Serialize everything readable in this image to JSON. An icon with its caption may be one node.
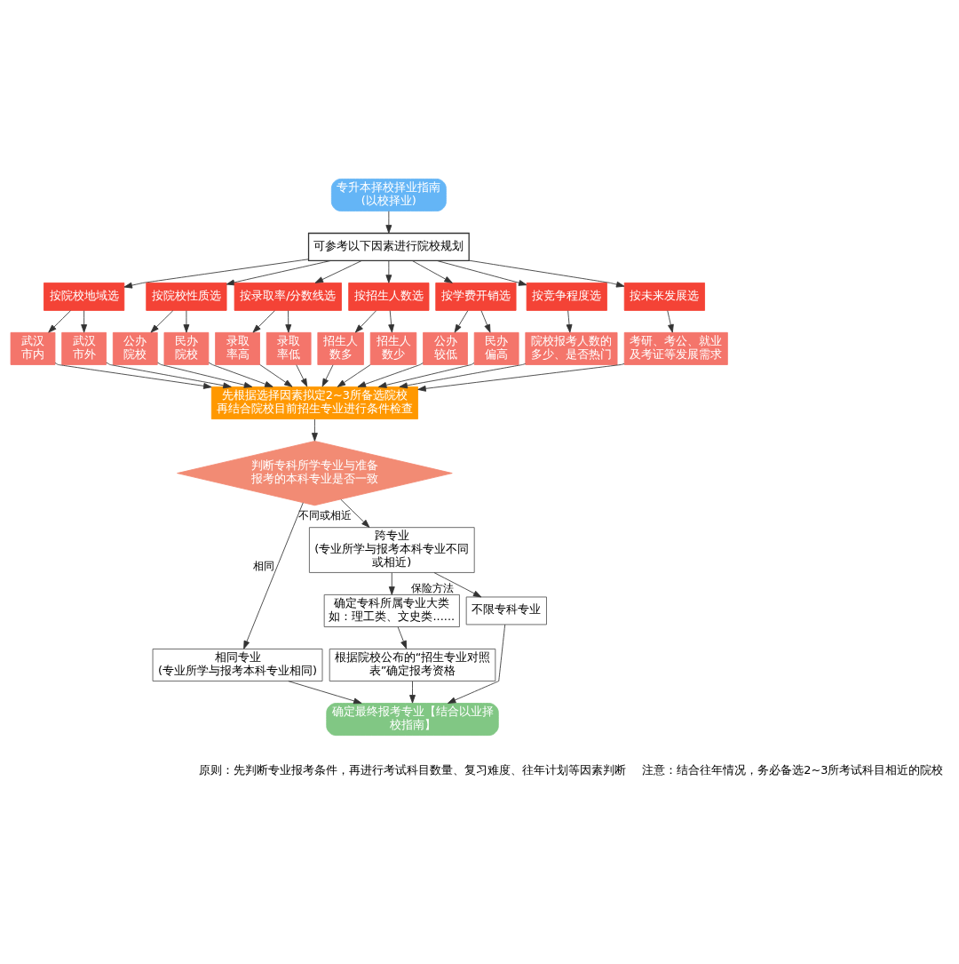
{
  "diagram": {
    "nodes": [
      {
        "text": [
          "专升本择校择业指南",
          "(以校择业)"
        ]
      },
      {
        "text": [
          "可参考以下因素进行院校规划"
        ]
      },
      {
        "text": [
          "按院校地域选"
        ]
      },
      {
        "text": [
          "按院校性质选"
        ]
      },
      {
        "text": [
          "按录取率/分数线选"
        ]
      },
      {
        "text": [
          "按招生人数选"
        ]
      },
      {
        "text": [
          "按学费开销选"
        ]
      },
      {
        "text": [
          "按竞争程度选"
        ]
      },
      {
        "text": [
          "按未来发展选"
        ]
      },
      {
        "text": [
          "武汉市内"
        ]
      },
      {
        "text": [
          "武汉市外"
        ]
      },
      {
        "text": [
          "公办院校"
        ]
      },
      {
        "text": [
          "民办院校"
        ]
      },
      {
        "text": [
          "录取率高"
        ]
      },
      {
        "text": [
          "录取率低"
        ]
      },
      {
        "text": [
          "招生人数多"
        ]
      },
      {
        "text": [
          "招生人数少"
        ]
      },
      {
        "text": [
          "公办较低"
        ]
      },
      {
        "text": [
          "民办偏高"
        ]
      },
      {
        "text": [
          "院校报考人数的多少、是否热门"
        ]
      },
      {
        "text": [
          "考研、考公、就业及考证等发展需求"
        ]
      },
      {
        "text": [
          "先根据选择因素拟定2~3所备选院校再结合院校目前招生专业进行条件检查"
        ]
      },
      {
        "text": [
          "判断专科所学专业与准备报考的本科专业是否一致"
        ]
      },
      {
        "text": [
          "相同专业",
          "(专业所学与报考本科专业相同)"
        ]
      },
      {
        "text": [
          "跨专业",
          "(专业所学与报考本科专业不同或相近)"
        ]
      },
      {
        "text": [
          "确定专科所属专业大类",
          "如：理工类、文史类......"
        ]
      },
      {
        "text": [
          "根据院校公布的“招生专业对照表”确定报考资格"
        ]
      },
      {
        "text": [
          "不限专科专业"
        ]
      },
      {
        "text": [
          "确定最终报考专业【结合以业择校指南】"
        ]
      }
    ],
    "edges": [
      {
        "from": 0,
        "to": 1,
        "arrow": "to"
      },
      {
        "from": 1,
        "to": 2,
        "arrow": "to"
      },
      {
        "from": 1,
        "to": 3,
        "arrow": "to"
      },
      {
        "from": 1,
        "to": 4,
        "arrow": "to"
      },
      {
        "from": 1,
        "to": 5,
        "arrow": "to"
      },
      {
        "from": 1,
        "to": 6,
        "arrow": "to"
      },
      {
        "from": 1,
        "to": 7,
        "arrow": "to"
      },
      {
        "from": 1,
        "to": 8,
        "arrow": "to"
      },
      {
        "from": 2,
        "to": 9,
        "arrow": "to"
      },
      {
        "from": 2,
        "to": 10,
        "arrow": "to"
      },
      {
        "from": 3,
        "to": 11,
        "arrow": "to"
      },
      {
        "from": 3,
        "to": 12,
        "arrow": "to"
      },
      {
        "from": 4,
        "to": 13,
        "arrow": "to"
      },
      {
        "from": 4,
        "to": 14,
        "arrow": "to"
      },
      {
        "from": 5,
        "to": 15,
        "arrow": "to"
      },
      {
        "from": 5,
        "to": 16,
        "arrow": "to"
      },
      {
        "from": 6,
        "to": 17,
        "arrow": "to"
      },
      {
        "from": 6,
        "to": 18,
        "arrow": "to"
      },
      {
        "from": 7,
        "to": 19,
        "arrow": "to"
      },
      {
        "from": 8,
        "to": 20,
        "arrow": "to"
      },
      {
        "from": 9,
        "to": 21,
        "arrow": "to"
      },
      {
        "from": 10,
        "to": 21,
        "arrow": "to"
      },
      {
        "from": 11,
        "to": 21,
        "arrow": "to"
      },
      {
        "from": 12,
        "to": 21,
        "arrow": "to"
      },
      {
        "from": 13,
        "to": 21,
        "arrow": "to"
      },
      {
        "from": 14,
        "to": 21,
        "arrow": "to"
      },
      {
        "from": 15,
        "to": 21,
        "arrow": "to"
      },
      {
        "from": 16,
        "to": 21,
        "arrow": "to"
      },
      {
        "from": 17,
        "to": 21,
        "arrow": "to"
      },
      {
        "from": 18,
        "to": 21,
        "arrow": "to"
      },
      {
        "from": 19,
        "to": 21,
        "arrow": "to"
      },
      {
        "from": 20,
        "to": 21,
        "arrow": "to"
      },
      {
        "from": 21,
        "to": 22,
        "arrow": "to"
      },
      {
        "from": 22,
        "to": 23,
        "arrow": "to",
        "label": "相同"
      },
      {
        "from": 22,
        "to": 24,
        "arrow": "to",
        "label": "不同或相近"
      },
      {
        "from": 24,
        "to": 25,
        "arrow": "to"
      },
      {
        "from": 25,
        "to": 26,
        "arrow": "to"
      },
      {
        "from": 24,
        "to": 27,
        "arrow": "to",
        "label": "保险方法"
      },
      {
        "from": 23,
        "to": 28,
        "arrow": "to"
      },
      {
        "from": 26,
        "to": 28,
        "arrow": "to"
      },
      {
        "from": 27,
        "to": 28,
        "arrow": "to"
      }
    ],
    "labels": [
      "原则：先判断专业报考条件，再进行考试科目数量、复习难度、往年计划等因素判断",
      "注意：结合往年情况，务必备选2~3所考试科目相近的院校"
    ]
  }
}
